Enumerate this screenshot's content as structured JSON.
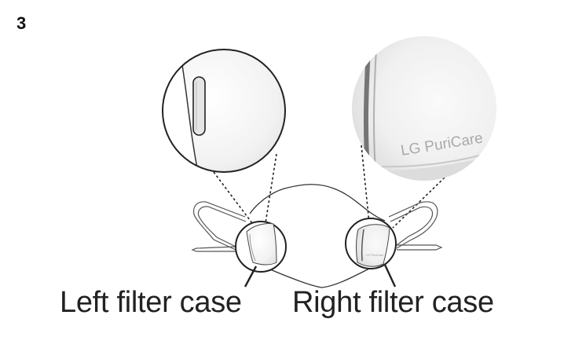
{
  "step_number": "3",
  "labels": {
    "left": "Left filter case",
    "right": "Right filter case"
  },
  "brand_mark": "LG PuriCare",
  "colors": {
    "line": "#222222",
    "text": "#222222",
    "brand_text": "#a9a9a9"
  }
}
